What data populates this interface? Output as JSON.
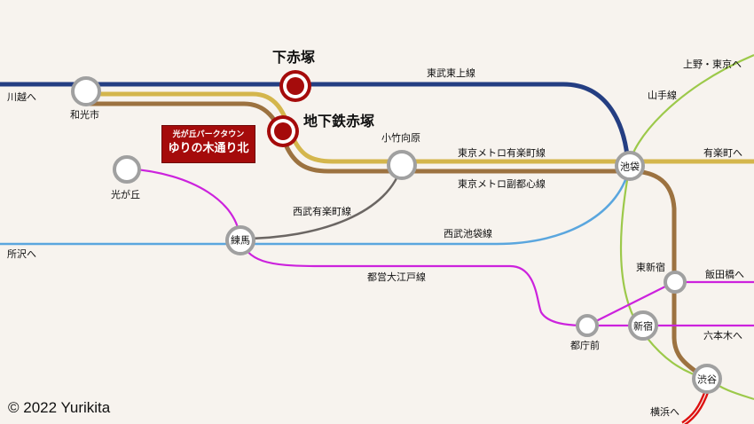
{
  "colors": {
    "background": "#f7f3ee",
    "tobu_tojo": "#243e82",
    "yurakucho": "#d4b64c",
    "fukutoshin": "#9c7240",
    "seibu_yurakucho": "#6b6663",
    "seibu_ikebukuro": "#5aa6de",
    "oedo": "#cc22dd",
    "yamanote": "#9cc94a",
    "toyoko": "#dd1111",
    "station_ring": "#a0a0a0",
    "akatsuka": "#a50b0b"
  },
  "lines": {
    "tobu_tojo": "東武東上線",
    "yurakucho": "東京メトロ有楽町線",
    "fukutoshin": "東京メトロ副都心線",
    "seibu_yurakucho": "西武有楽町線",
    "seibu_ikebukuro": "西武池袋線",
    "oedo": "都営大江戸線",
    "yamanote": "山手線"
  },
  "destinations": {
    "kawagoe": "川越へ",
    "tokorozawa": "所沢へ",
    "ueno_tokyo": "上野・東京へ",
    "yurakucho": "有楽町へ",
    "iidabashi": "飯田橋へ",
    "roppongi": "六本木へ",
    "yokohama": "横浜へ"
  },
  "stations": {
    "wakoshi": "和光市",
    "shimoakatsuka": "下赤塚",
    "chikatetsu_akatsuka": "地下鉄赤塚",
    "kotake_mukaihara": "小竹向原",
    "hikarigaoka": "光が丘",
    "nerima": "練馬",
    "ikebukuro": "池袋",
    "higashi_shinjuku": "東新宿",
    "shinjuku": "新宿",
    "tochomae": "都庁前",
    "shibuya": "渋谷"
  },
  "badge": {
    "subtitle": "光が丘パークタウン",
    "title": "ゆりの木通り北"
  },
  "copyright": "© 2022 Yurikita"
}
